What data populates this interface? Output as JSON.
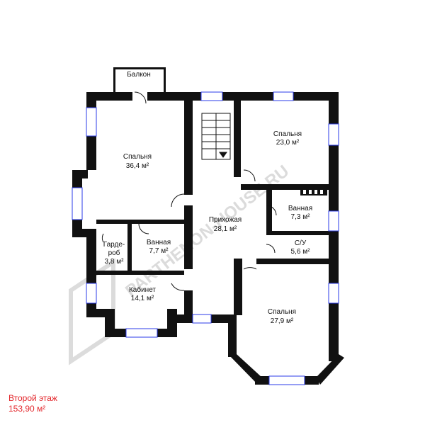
{
  "rooms": {
    "balcony": {
      "name": "Балкон"
    },
    "bedroom_large": {
      "name": "Спальня",
      "area": "36,4 м²"
    },
    "bedroom_ne": {
      "name": "Спальня",
      "area": "23,0 м²"
    },
    "bath_e": {
      "name": "Ванная",
      "area": "7,3 м²"
    },
    "hall": {
      "name": "Прихожая",
      "area": "28,1 м²"
    },
    "wc": {
      "name": "С/У",
      "area": "5,6 м²"
    },
    "wardrobe": {
      "name1": "Гарде-",
      "name2": "роб",
      "area": "3,8 м²"
    },
    "bath_w": {
      "name": "Ванная",
      "area": "7,7 м²"
    },
    "office": {
      "name": "Кабинет",
      "area": "14,1 м²"
    },
    "bedroom_s": {
      "name": "Спальня",
      "area": "27,9 м²"
    }
  },
  "watermark": "PARTHENON-HOUSE.RU",
  "caption": {
    "floor": "Второй этаж",
    "total_area": "153,90 м²"
  },
  "colors": {
    "wall": "#111111",
    "window": "#2b3be8",
    "caption": "#e3262b",
    "watermark": "#b5b5b5"
  }
}
